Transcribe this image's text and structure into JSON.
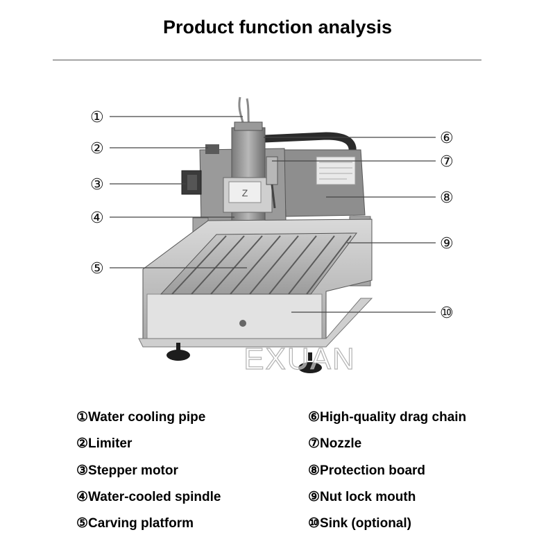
{
  "title": "Product function analysis",
  "watermark": "EXUAN",
  "plate_text": "Z",
  "callouts": [
    "①",
    "②",
    "③",
    "④",
    "⑤",
    "⑥",
    "⑦",
    "⑧",
    "⑨",
    "⑩"
  ],
  "legend": [
    "①Water cooling pipe",
    "②Limiter",
    "③Stepper motor",
    "④Water-cooled spindle",
    "⑤Carving platform",
    "⑥High-quality drag chain",
    "⑦Nozzle",
    "⑧Protection board",
    "⑨Nut lock mouth",
    "⑩Sink (optional)"
  ]
}
